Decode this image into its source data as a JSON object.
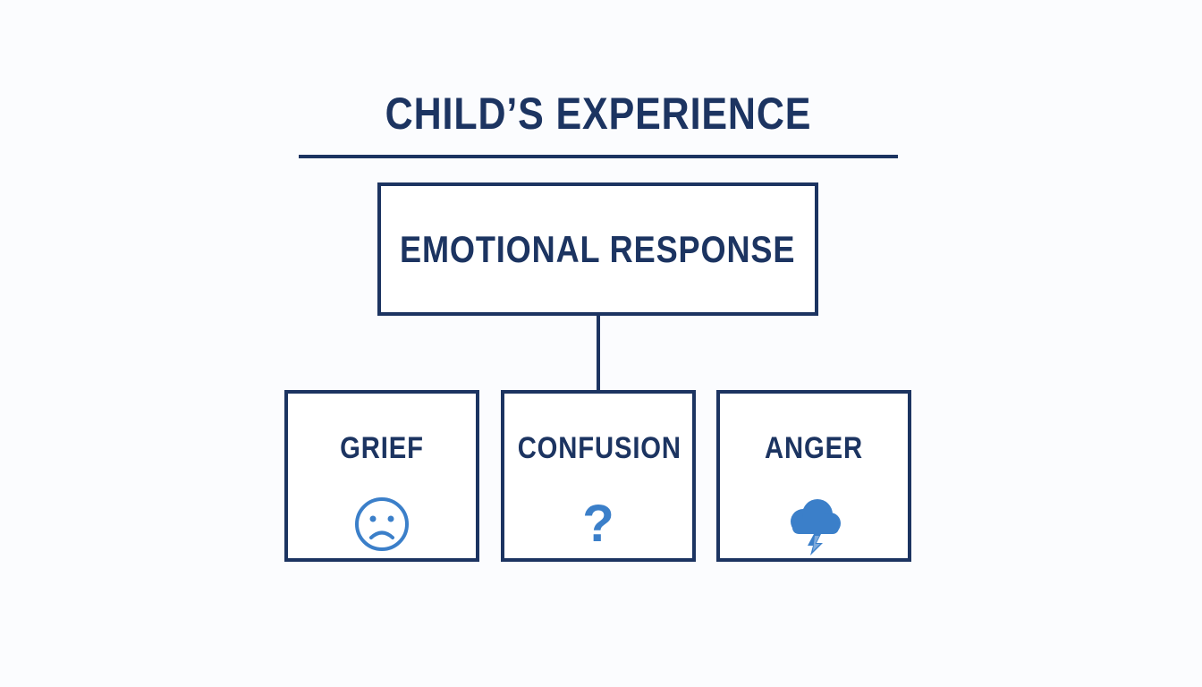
{
  "title": "CHILD’S EXPERIENCE",
  "main_box": {
    "label": "EMOTIONAL RESPONSE"
  },
  "emotions": [
    {
      "label": "GRIEF",
      "icon": "sad-face-icon"
    },
    {
      "label": "CONFUSION",
      "icon": "question-mark-icon",
      "glyph": "?"
    },
    {
      "label": "ANGER",
      "icon": "storm-cloud-icon"
    }
  ],
  "colors": {
    "primary": "#1c3461",
    "accent": "#3b7fc9",
    "background": "#fbfcfe"
  }
}
